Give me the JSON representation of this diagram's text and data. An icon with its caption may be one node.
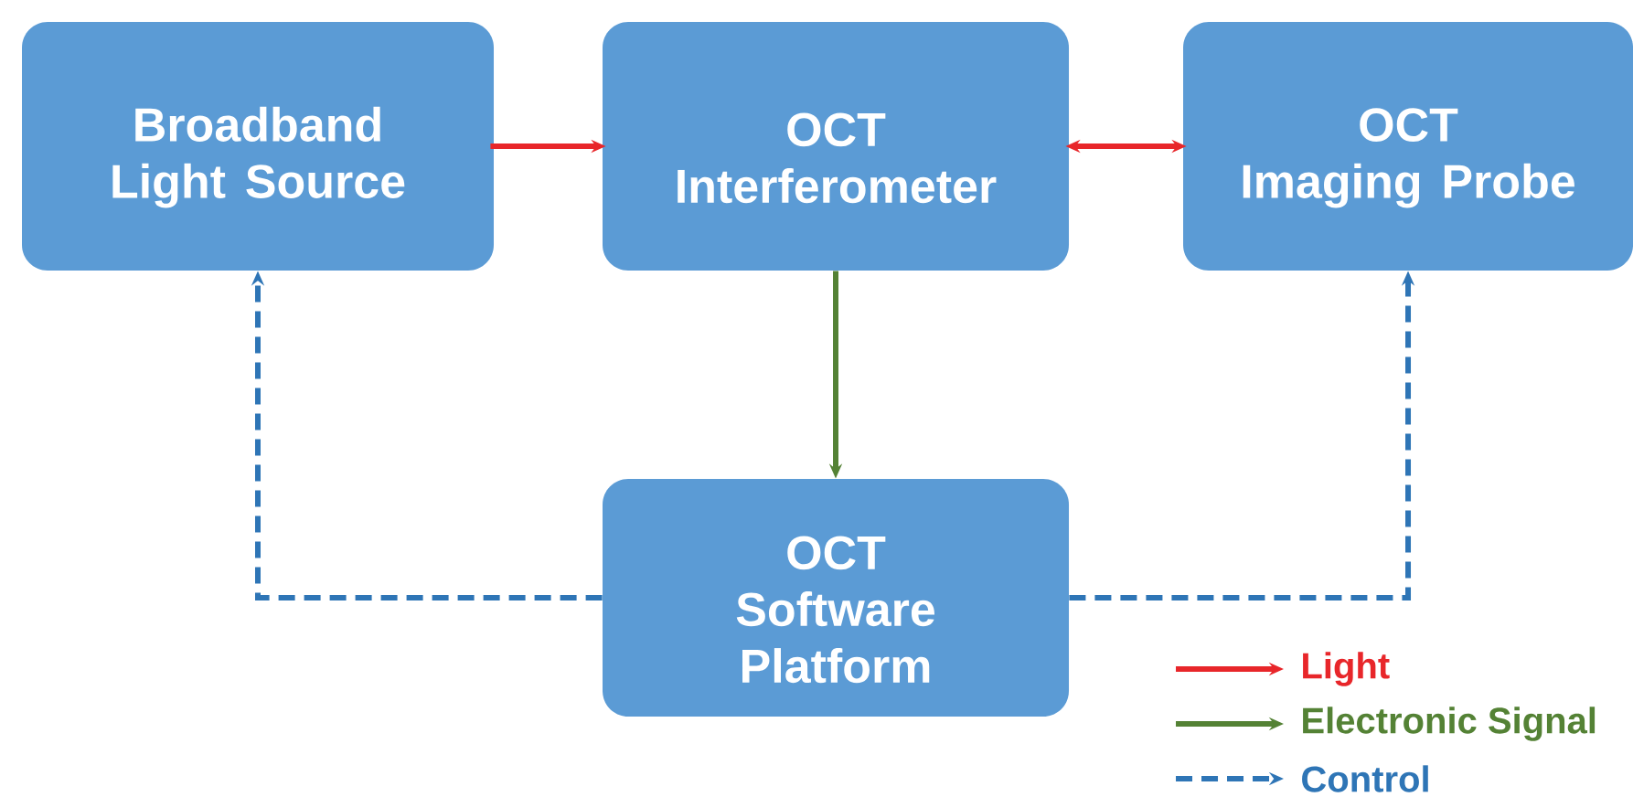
{
  "diagram": {
    "nodes": [
      {
        "text": [
          "Broadband Light Source"
        ]
      },
      {
        "text": [
          "OCT Interferometer"
        ]
      },
      {
        "text": [
          "OCT Imaging Probe"
        ]
      },
      {
        "text": [
          "OCT Software Platform"
        ]
      }
    ],
    "edges": [
      {
        "from": 0,
        "to": 1,
        "arrow": "to",
        "color": "#e8262a"
      },
      {
        "from": 1,
        "to": 2,
        "arrow": "both",
        "color": "#e8262a"
      },
      {
        "from": 1,
        "to": 3,
        "arrow": "to",
        "color": "#548235"
      },
      {
        "from": 3,
        "to": 0,
        "arrow": "to",
        "style": "dashed",
        "color": "#2e75b6"
      },
      {
        "from": 3,
        "to": 2,
        "arrow": "to",
        "style": "dashed",
        "color": "#2e75b6"
      }
    ],
    "legend": [
      {
        "text": "Light"
      },
      {
        "text": "Electronic Signal"
      },
      {
        "text": "Control"
      }
    ]
  }
}
